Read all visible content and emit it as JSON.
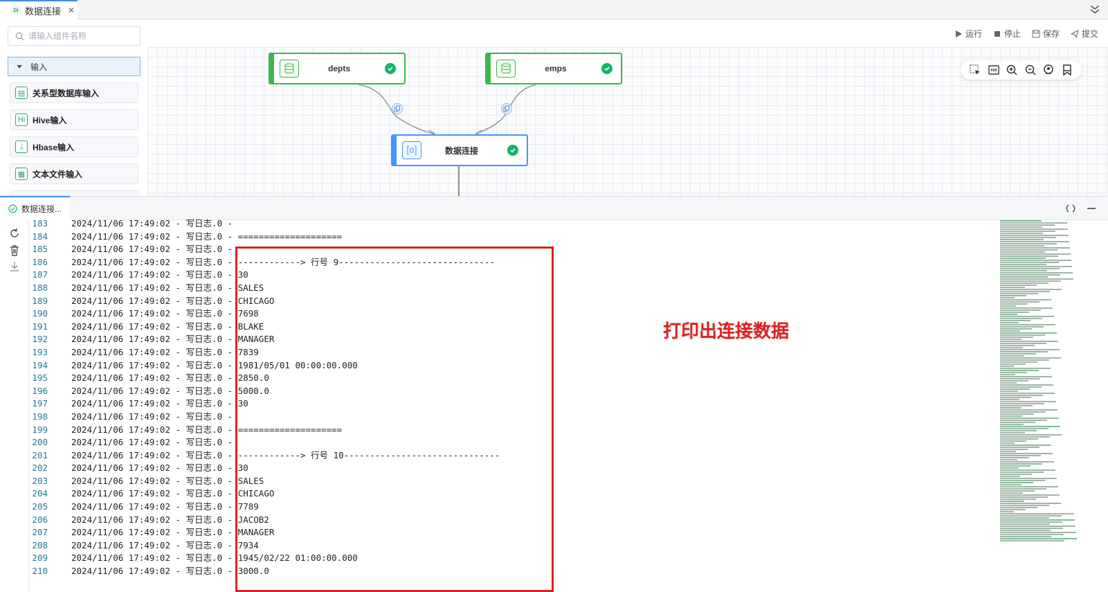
{
  "tab": {
    "logo": "DI",
    "title": "数据连接",
    "close": "✕"
  },
  "search": {
    "placeholder": "请输入组件名称"
  },
  "palette": {
    "category": "输入",
    "items": [
      {
        "label": "关系型数据库输入",
        "icon": "database-icon",
        "glyph": "▤"
      },
      {
        "label": "Hive输入",
        "icon": "hive-icon",
        "glyph": "Hi"
      },
      {
        "label": "Hbase输入",
        "icon": "hbase-icon",
        "glyph": "ᛦ"
      },
      {
        "label": "文本文件输入",
        "icon": "text-file-icon",
        "glyph": "▦"
      }
    ]
  },
  "toolbar": {
    "run": "运行",
    "stop": "停止",
    "save": "保存",
    "submit": "提交"
  },
  "nodes": {
    "depts": "depts",
    "emps": "emps",
    "join": "数据连接"
  },
  "panel": {
    "tab_label": "数据连接..."
  },
  "log": [
    [
      "183",
      "2024/11/06 17:49:02 - 写日志.0 - "
    ],
    [
      "184",
      "2024/11/06 17:49:02 - 写日志.0 - ===================="
    ],
    [
      "185",
      "2024/11/06 17:49:02 - 写日志.0 - "
    ],
    [
      "186",
      "2024/11/06 17:49:02 - 写日志.0 - ------------> 行号 9------------------------------"
    ],
    [
      "187",
      "2024/11/06 17:49:02 - 写日志.0 - 30"
    ],
    [
      "188",
      "2024/11/06 17:49:02 - 写日志.0 - SALES"
    ],
    [
      "189",
      "2024/11/06 17:49:02 - 写日志.0 - CHICAGO"
    ],
    [
      "190",
      "2024/11/06 17:49:02 - 写日志.0 - 7698"
    ],
    [
      "191",
      "2024/11/06 17:49:02 - 写日志.0 - BLAKE"
    ],
    [
      "192",
      "2024/11/06 17:49:02 - 写日志.0 - MANAGER"
    ],
    [
      "193",
      "2024/11/06 17:49:02 - 写日志.0 - 7839"
    ],
    [
      "194",
      "2024/11/06 17:49:02 - 写日志.0 - 1981/05/01 00:00:00.000"
    ],
    [
      "195",
      "2024/11/06 17:49:02 - 写日志.0 - 2850.0"
    ],
    [
      "196",
      "2024/11/06 17:49:02 - 写日志.0 - 5000.0"
    ],
    [
      "197",
      "2024/11/06 17:49:02 - 写日志.0 - 30"
    ],
    [
      "198",
      "2024/11/06 17:49:02 - 写日志.0 - "
    ],
    [
      "199",
      "2024/11/06 17:49:02 - 写日志.0 - ===================="
    ],
    [
      "200",
      "2024/11/06 17:49:02 - 写日志.0 - "
    ],
    [
      "201",
      "2024/11/06 17:49:02 - 写日志.0 - ------------> 行号 10------------------------------"
    ],
    [
      "202",
      "2024/11/06 17:49:02 - 写日志.0 - 30"
    ],
    [
      "203",
      "2024/11/06 17:49:02 - 写日志.0 - SALES"
    ],
    [
      "204",
      "2024/11/06 17:49:02 - 写日志.0 - CHICAGO"
    ],
    [
      "205",
      "2024/11/06 17:49:02 - 写日志.0 - 7789"
    ],
    [
      "206",
      "2024/11/06 17:49:02 - 写日志.0 - JACOB2"
    ],
    [
      "207",
      "2024/11/06 17:49:02 - 写日志.0 - MANAGER"
    ],
    [
      "208",
      "2024/11/06 17:49:02 - 写日志.0 - 7934"
    ],
    [
      "209",
      "2024/11/06 17:49:02 - 写日志.0 - 1945/02/22 01:00:00.000"
    ],
    [
      "210",
      "2024/11/06 17:49:02 - 写日志.0 - 3000.0"
    ]
  ],
  "annotation": "打印出连接数据",
  "colors": {
    "accent": "#3a8ee6",
    "success": "#3cb84a",
    "node_blue": "#4096ff",
    "highlight": "#e02020"
  }
}
